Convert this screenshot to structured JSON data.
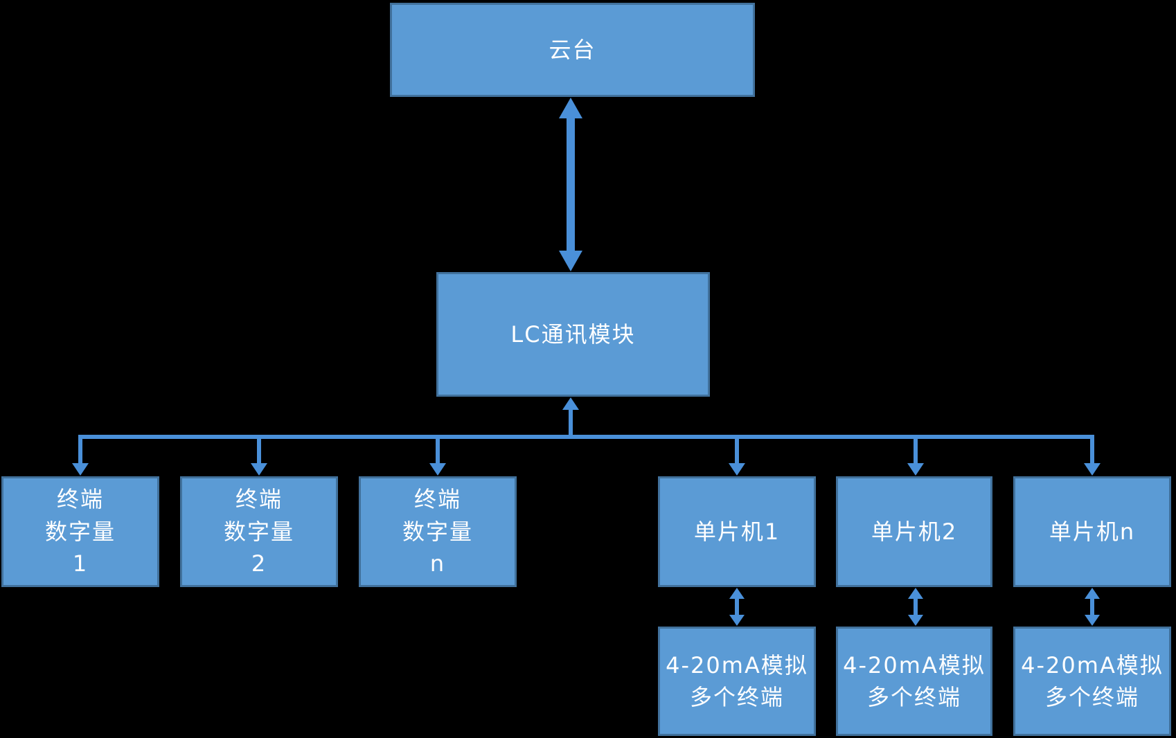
{
  "colors": {
    "background": "#000000",
    "box_fill": "#5B9BD5",
    "box_border": "#41719C",
    "connector": "#4A90D9",
    "text": "#FFFFFF"
  },
  "nodes": {
    "cloud": {
      "label": "云台"
    },
    "lc_module": {
      "label": "LC通讯模块"
    },
    "terminals": [
      {
        "label": "终端\n数字量\n1"
      },
      {
        "label": "终端\n数字量\n2"
      },
      {
        "label": "终端\n数字量\nn"
      }
    ],
    "mcus": [
      {
        "label": "单片机1"
      },
      {
        "label": "单片机2"
      },
      {
        "label": "单片机n"
      }
    ],
    "analog_terminals": [
      {
        "label": "4-20mA模拟\n多个终端"
      },
      {
        "label": "4-20mA模拟\n多个终端"
      },
      {
        "label": "4-20mA模拟\n多个终端"
      }
    ]
  }
}
